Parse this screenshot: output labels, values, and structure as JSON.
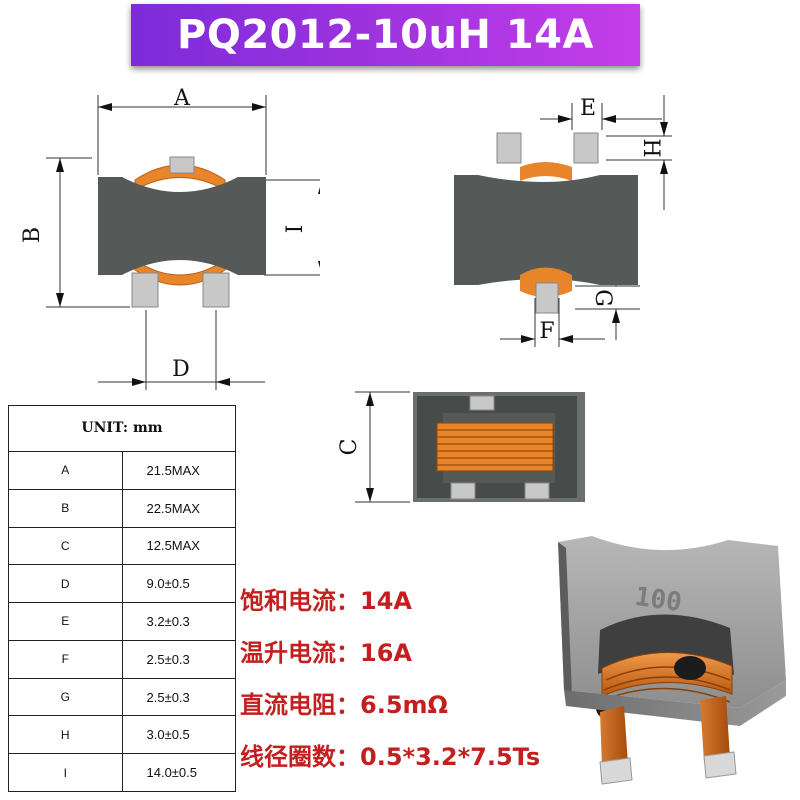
{
  "title": "PQ2012-10uH 14A",
  "dimension_labels": {
    "A": "A",
    "B": "B",
    "C": "C",
    "D": "D",
    "E": "E",
    "F": "F",
    "G": "G",
    "H": "H",
    "I": "I"
  },
  "table": {
    "header": "UNIT: mm",
    "rows": [
      {
        "key": "A",
        "value": "21.5MAX"
      },
      {
        "key": "B",
        "value": "22.5MAX"
      },
      {
        "key": "C",
        "value": "12.5MAX"
      },
      {
        "key": "D",
        "value": "9.0±0.5"
      },
      {
        "key": "E",
        "value": "3.2±0.3"
      },
      {
        "key": "F",
        "value": "2.5±0.3"
      },
      {
        "key": "G",
        "value": "2.5±0.3"
      },
      {
        "key": "H",
        "value": "3.0±0.5"
      },
      {
        "key": "I",
        "value": "14.0±0.5"
      }
    ]
  },
  "specs": [
    {
      "label": "饱和电流：",
      "value": "14A"
    },
    {
      "label": "温升电流：",
      "value": "16A"
    },
    {
      "label": "直流电阻：",
      "value": "6.5mΩ"
    },
    {
      "label": "线径圈数：",
      "value": "0.5*3.2*7.5Ts"
    }
  ],
  "product_marking": "100",
  "colors": {
    "banner_start": "#7d2bd9",
    "banner_end": "#c43ee8",
    "spec_text": "#c41f1f",
    "core": "#555a58",
    "winding": "#e8852a"
  }
}
